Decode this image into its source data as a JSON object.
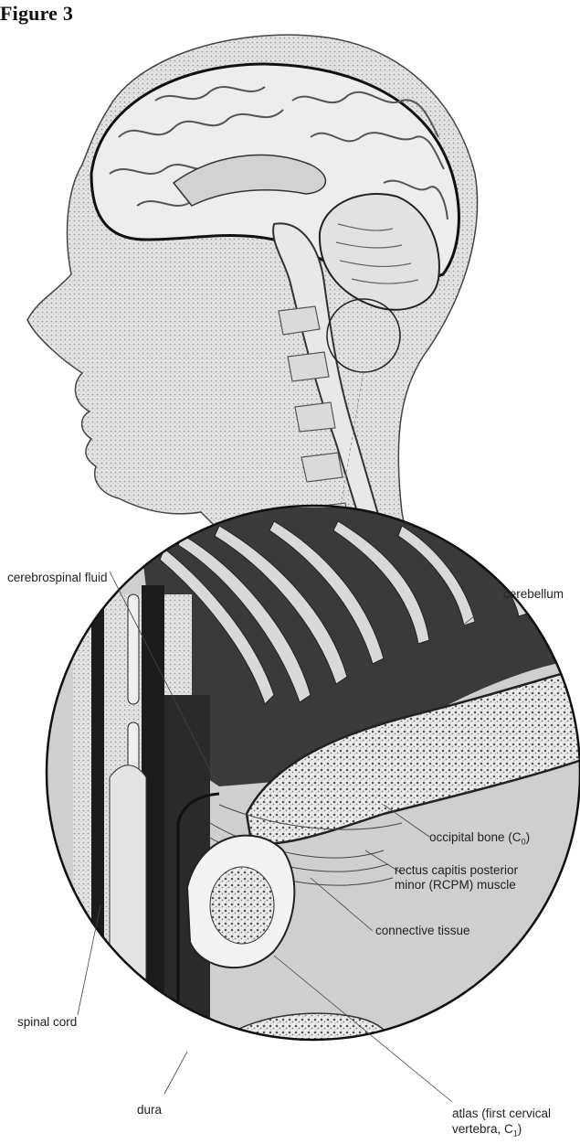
{
  "figure": {
    "title": "Figure 3",
    "colors": {
      "ink": "#222222",
      "paper": "#ffffff",
      "tone": "#d6d6d6",
      "dark": "#1c1c1c"
    },
    "labels": {
      "csf": "cerebrospinal fluid",
      "cerebellum": "cerebellum",
      "occipital_prefix": "occipital bone (C",
      "occipital_sub": "0",
      "occipital_suffix": ")",
      "rcpm_line1": "rectus capitis posterior",
      "rcpm_line2": "minor (RCPM) muscle",
      "connective": "connective tissue",
      "spinal_cord": "spinal cord",
      "dura": "dura",
      "atlas_line1": "atlas (first cervical",
      "atlas_prefix": "vertebra, C",
      "atlas_sub": "1",
      "atlas_suffix": ")"
    }
  }
}
